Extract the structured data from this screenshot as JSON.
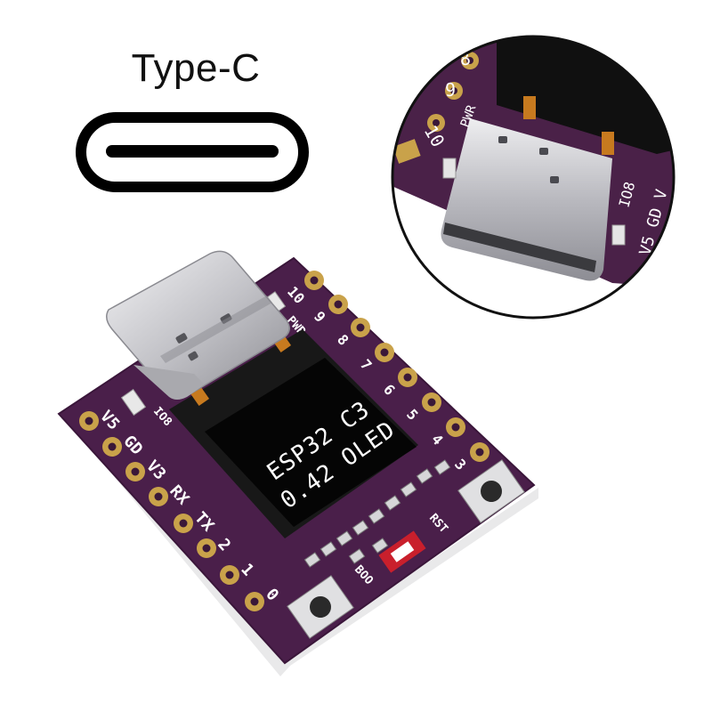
{
  "caption": {
    "title": "Type-C"
  },
  "oled": {
    "line1": "ESP32 C3",
    "line2": "0.42 OLED"
  },
  "silkscreen": {
    "left_pins": [
      "V5",
      "GD",
      "V3",
      "RX",
      "TX",
      "2",
      "1",
      "0"
    ],
    "right_pins": [
      "10",
      "9",
      "8",
      "7",
      "6",
      "5",
      "4",
      "3"
    ],
    "labels": {
      "io8": "IO8",
      "pwr": "PWR",
      "boot": "BOO",
      "rst": "RST"
    }
  },
  "zoom": {
    "pins": [
      "8",
      "9",
      "10"
    ],
    "labels": {
      "pwr": "PWR",
      "io8": "IO8",
      "v5gd": "V5 GD V"
    }
  },
  "colors": {
    "pcb": "#4a1f4a",
    "pad": "#c9a24a",
    "usb_metal": "#c8c8cc",
    "oled_bg": "#0a0a0a",
    "oled_text": "#ffffff"
  }
}
